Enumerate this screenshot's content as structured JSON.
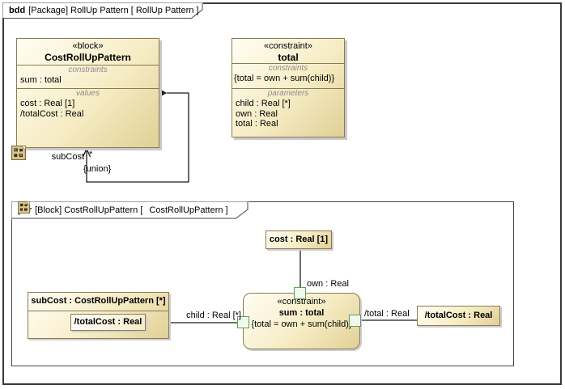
{
  "colors": {
    "shape_fill_light": "#fffef4",
    "shape_fill_dark": "#e1cf96",
    "shape_border": "#8a7b52",
    "port_fill": "#f1f9ec",
    "port_border": "#5f9d5a",
    "frame_border": "#3a3a3a",
    "connector": "#1a1a1a",
    "compartment_label_color": "#8c8c8c"
  },
  "bdd_frame": {
    "keyword": "bdd",
    "title": "[Package] RollUp Pattern [ RollUp Pattern ]"
  },
  "block": {
    "stereotype": "«block»",
    "name": "CostRollUpPattern",
    "constraints_label": "constraints",
    "constraints": [
      "sum : total"
    ],
    "values_label": "values",
    "values": [
      "cost : Real [1]",
      "/totalCost : Real"
    ]
  },
  "association": {
    "role_name": "subCost",
    "multiplicity": "*",
    "constraint": "{union}"
  },
  "constraint_block": {
    "stereotype": "«constraint»",
    "name": "total",
    "constraints_label": "constraints",
    "expression": "{total = own + sum(child)}",
    "parameters_label": "parameters",
    "parameters": [
      "child : Real [*]",
      "own : Real",
      "total : Real"
    ]
  },
  "par_frame": {
    "keyword": "par",
    "title_before_icon": "[Block] CostRollUpPattern [",
    "title_after_icon": "CostRollUpPattern ]",
    "cost_part": "cost : Real [1]",
    "subcost_part": "subCost : CostRollUpPattern [*]",
    "subcost_nested_value": "/totalCost : Real",
    "totalcost_part": "/totalCost : Real",
    "constraint_property": {
      "stereotype": "«constraint»",
      "name": "sum : total",
      "expression": "{total = own + sum(child)}"
    },
    "binding_labels": {
      "own": "own : Real",
      "child": "child : Real [*]",
      "total": "/total : Real"
    }
  }
}
